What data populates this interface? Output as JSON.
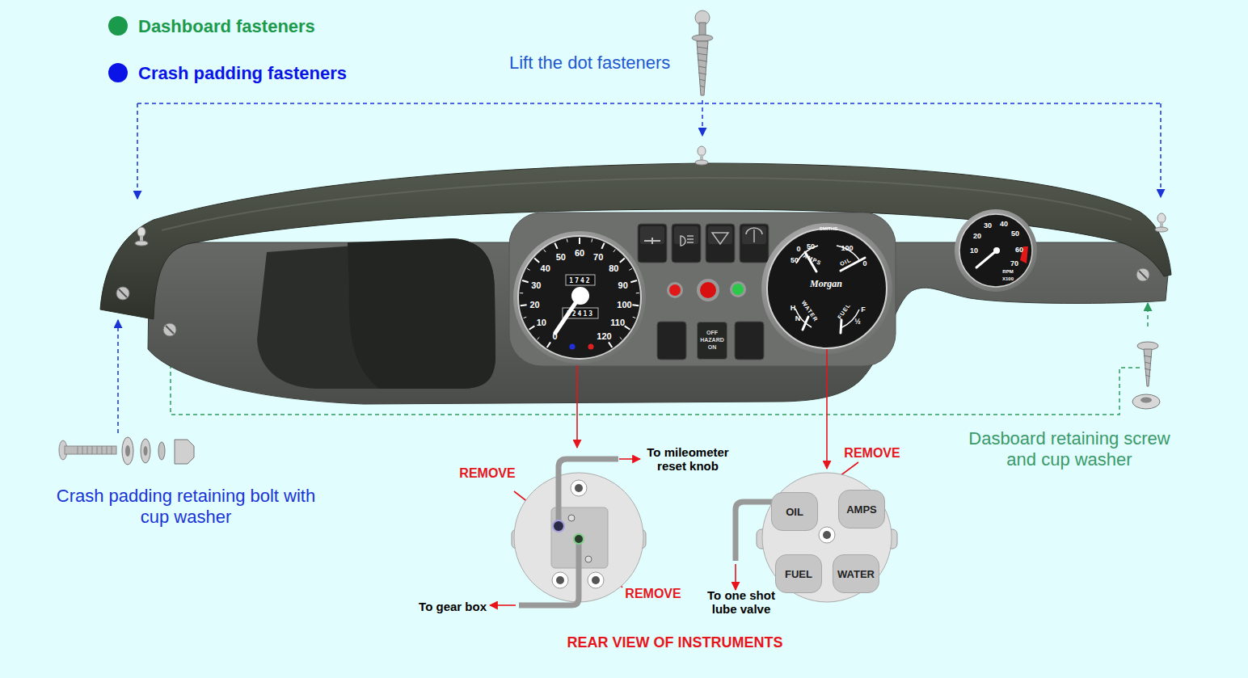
{
  "diagram": {
    "nodes": [
      {
        "text": [
          "OFF HAZARD ON"
        ]
      },
      {
        "text": [
          "OIL"
        ]
      },
      {
        "text": [
          "AMPS"
        ]
      },
      {
        "text": [
          "FUEL"
        ]
      },
      {
        "text": [
          "WATER"
        ]
      }
    ],
    "labels": [
      "Lift the dot fasteners",
      "0",
      "10",
      "20",
      "30",
      "40",
      "50",
      "60",
      "70",
      "80",
      "90",
      "100",
      "110",
      "120",
      "1742",
      "32413",
      "SMITHS",
      "50",
      "0",
      "50",
      "100",
      "0",
      "AMPS",
      "OIL",
      "Morgan",
      "WATER",
      "FUEL",
      "H",
      "N",
      "F",
      "½",
      "10",
      "20",
      "30",
      "40",
      "50",
      "60",
      "70",
      "RPM",
      "X100",
      "REMOVE",
      "To mileometer reset knob",
      "REMOVE",
      "Crash padding retaining bolt with cup washer",
      "Dasboard retaining screw and cup washer",
      "REMOVE",
      "To gear box",
      "To one shot lube valve",
      "REAR VIEW OF INSTRUMENTS"
    ],
    "legend": [
      {
        "text": "Dashboard fasteners",
        "color": "#1c9a4c"
      },
      {
        "text": "Crash padding fasteners",
        "color": "#0a14e6"
      }
    ]
  }
}
